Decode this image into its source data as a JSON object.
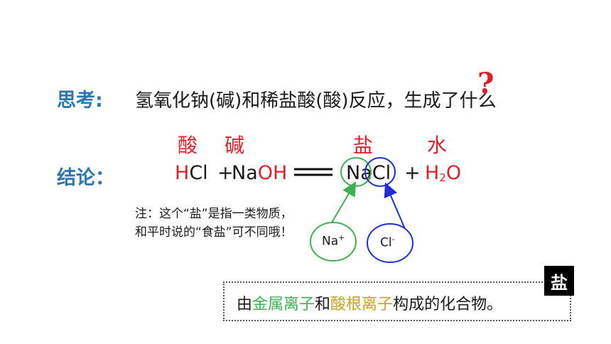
{
  "think": {
    "heading": "思考:",
    "question": "氢氧化钠(碱)和稀盐酸(酸)反应，生成了什么",
    "question_mark": "?"
  },
  "conclusion": {
    "heading": "结论：",
    "labels": {
      "acid": "酸",
      "base": "碱",
      "salt": "盐",
      "water": "水"
    },
    "equation": {
      "hcl_h": "H",
      "hcl_cl": "Cl",
      "plus1": "+",
      "naoh_na": "Na",
      "naoh_oh": "OH",
      "nacl": "NaCl",
      "plus2": "+",
      "h2o_h": "H",
      "h2o_2": "2",
      "h2o_o": "O"
    }
  },
  "ions": {
    "na": {
      "symbol": "Na",
      "charge": "+"
    },
    "cl": {
      "symbol": "Cl",
      "charge": "-"
    }
  },
  "note": "注：这个“盐”是指一类物质，和平时说的“食盐”可不同哦！",
  "definition": {
    "prefix": "由",
    "metal_ions": "金属离子",
    "and": "和",
    "acid_radical_ions": "酸根离子",
    "suffix": "构成的化合物。"
  },
  "badge": "盐",
  "colors": {
    "heading_blue": "#2e75b6",
    "red": "#e0202a",
    "green": "#3fb050",
    "blue": "#1f2fd8",
    "gold": "#c9a227"
  }
}
